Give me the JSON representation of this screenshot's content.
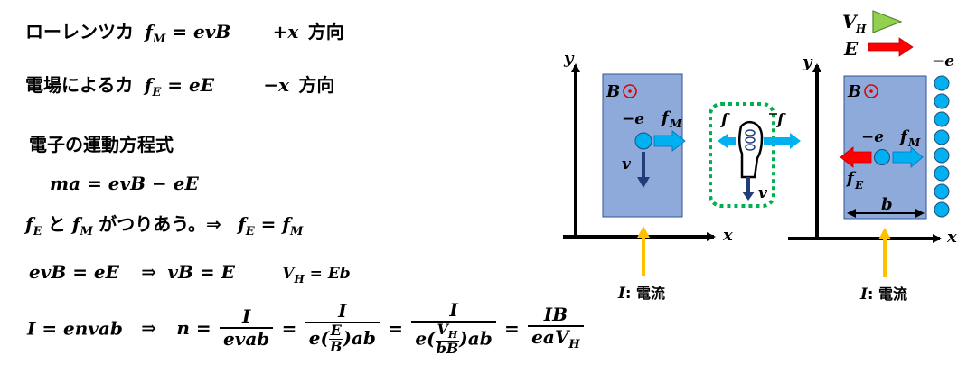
{
  "left": {
    "lorentz_label": "ローレンツカ",
    "lorentz_eq": "f",
    "lorentz_sub": "M",
    "lorentz_rhs": " = evB",
    "lorentz_dir": "+x",
    "lorentz_dir_word": "方向",
    "efield_label": "電場によるカ",
    "efield_eq": "f",
    "efield_sub": "E",
    "efield_rhs": " = eE",
    "efield_dir": "−x",
    "efield_dir_word": "方向",
    "eom_title": "電子の運動方程式",
    "eom_eq": "ma = evB − eE",
    "balance_fE": "f",
    "balance_fE_sub": "E",
    "balance_to": " と ",
    "balance_fM": "f",
    "balance_fM_sub": "M",
    "balance_text": "がつりあう。⇒",
    "balance_eq_fE": "f",
    "balance_eq_fE_sub": "E",
    "balance_eq_mid": " = ",
    "balance_eq_fM": "f",
    "balance_eq_fM_sub": "M",
    "eq1": "evB = eE",
    "eq1_arrow": "⇒",
    "eq1_rhs": "vB = E",
    "vh_V": "V",
    "vh_sub": "H",
    "vh_rhs": " = Eb",
    "final_lhs": "I = envab",
    "final_arrow": "⇒",
    "final_n": "n =",
    "f1_num": "I",
    "f1_den": "evab",
    "eq_sign": "=",
    "f2_num": "I",
    "f2_den_pre": "e(",
    "f2_inner_num": "E",
    "f2_inner_den": "B",
    "f2_den_post": ")ab",
    "f3_num": "I",
    "f3_den_pre": "e(",
    "f3_inner_num_V": "V",
    "f3_inner_num_sub": "H",
    "f3_inner_den": "bB",
    "f3_den_post": ")ab",
    "f4_num": "IB",
    "f4_den": "eaV",
    "f4_den_sub": "H"
  },
  "diagram": {
    "y_axis": "y",
    "x_axis": "x",
    "B_field": "B",
    "charge": "−e",
    "force_M": "f",
    "force_M_sub": "M",
    "force_E": "f",
    "force_E_sub": "E",
    "velocity": "v",
    "current": "I",
    "current_word": ": 電流",
    "vh_label": "V",
    "vh_sub": "H",
    "E_label": "E",
    "width_label": "b",
    "surface_charge": "−e",
    "middle_f_left": "f",
    "middle_f_right": "f",
    "middle_v": "v",
    "colors": {
      "plate": "#8eaadb",
      "charge": "#00b0f0",
      "arrow_light": "#00b0f0",
      "arrow_dark": "#1f3d7a",
      "current": "#ffc000",
      "E_arrow": "#ff0000",
      "VH_triangle": "#92d050",
      "dotted_box": "#00b050",
      "B_symbol": "#e00000"
    }
  }
}
